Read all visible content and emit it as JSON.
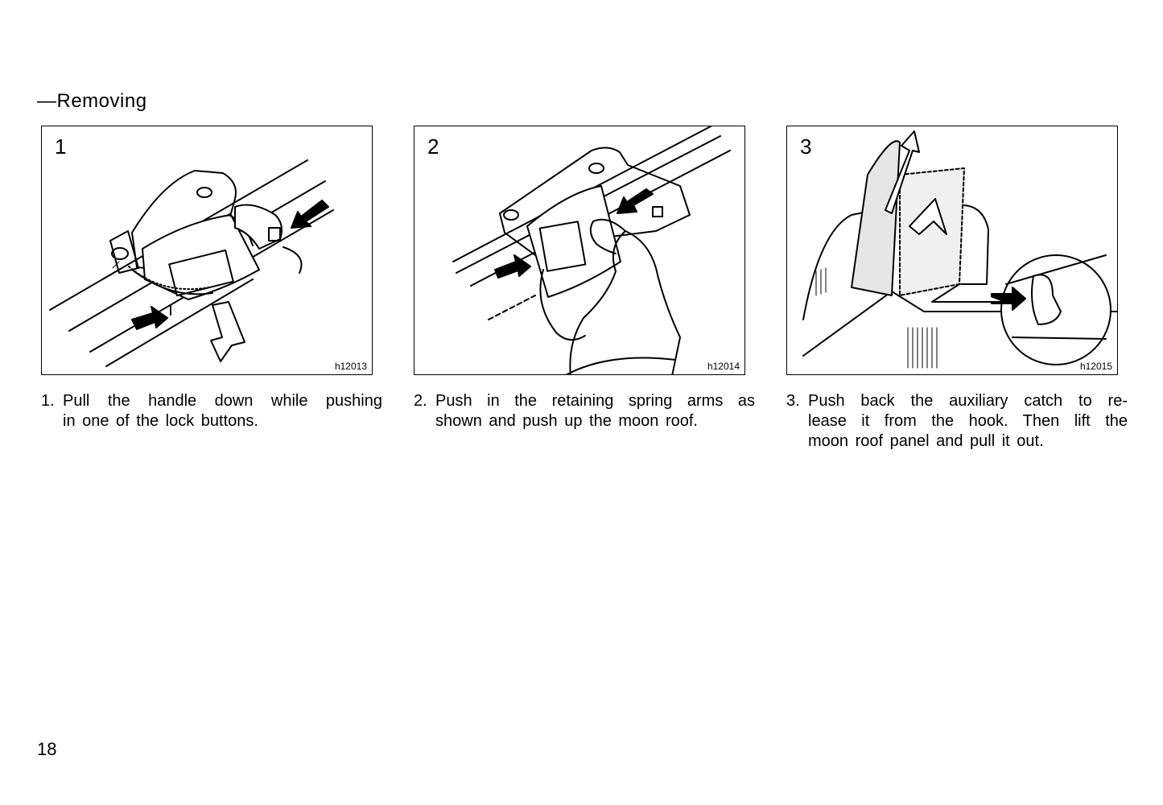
{
  "section": {
    "title": "—Removing"
  },
  "figures": [
    {
      "number": "1",
      "code": "h12013",
      "caption_number": "1.",
      "caption_lines": [
        "Pull the handle down while pushing",
        "in one of the lock buttons."
      ]
    },
    {
      "number": "2",
      "code": "h12014",
      "caption_number": "2.",
      "caption_lines": [
        "Push in the retaining spring arms as",
        "shown and push up the moon roof."
      ]
    },
    {
      "number": "3",
      "code": "h12015",
      "caption_number": "3.",
      "caption_lines": [
        "Push back the auxiliary catch to re-",
        "lease it from the hook. Then lift the",
        "moon roof panel and pull it out."
      ]
    }
  ],
  "page": {
    "number": "18"
  }
}
